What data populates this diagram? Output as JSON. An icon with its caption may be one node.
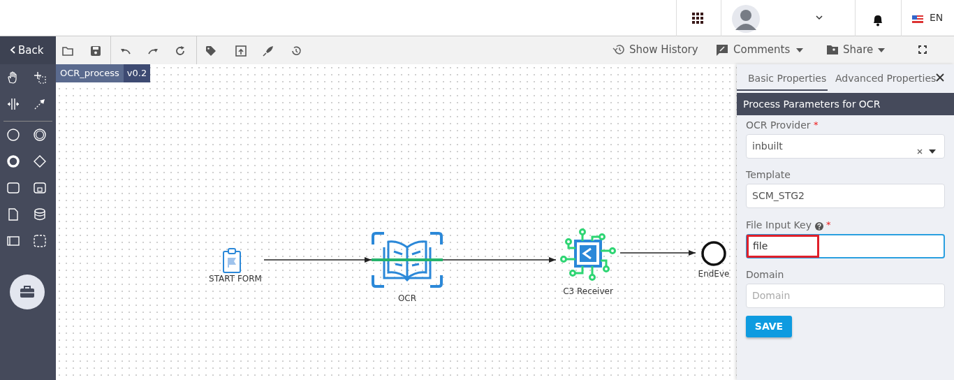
{
  "diagram": {
    "nodes": [
      {
        "text": [
          "START FORM"
        ]
      },
      {
        "text": [
          "OCR"
        ]
      },
      {
        "text": [
          "C3 Receiver"
        ]
      },
      {
        "text": [
          "EndEve"
        ]
      }
    ],
    "edges": [
      {
        "from": 0,
        "to": 1,
        "arrow": "to"
      },
      {
        "from": 1,
        "to": 2,
        "arrow": "to"
      },
      {
        "from": 2,
        "to": 3,
        "arrow": "to"
      }
    ],
    "labels": [
      "EN",
      "Back",
      "Show History",
      "Comments",
      "Share",
      "OCR_process",
      "v0.2",
      "Basic Properties",
      "Advanced Properties",
      "Process Parameters for OCR",
      "OCR Provider",
      "*",
      "inbuilt",
      "Template",
      "SCM_STG2",
      "File Input Key",
      "*",
      "file",
      "Domain",
      "Domain",
      "SAVE"
    ]
  }
}
